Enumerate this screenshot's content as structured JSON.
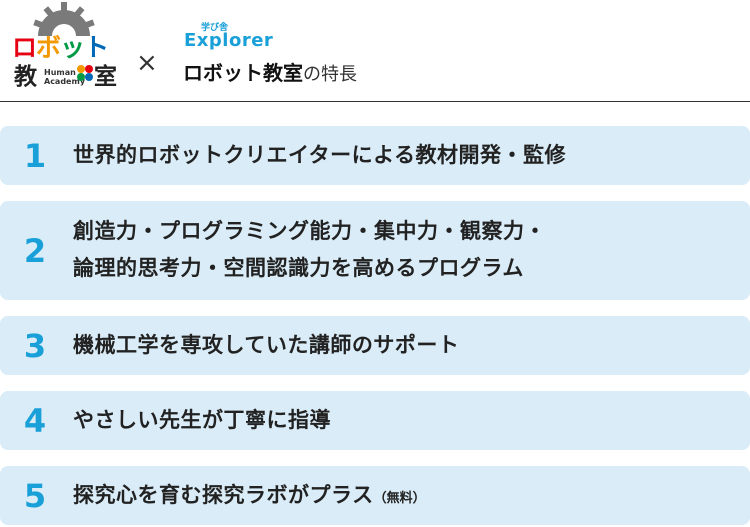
{
  "header": {
    "logo_left": {
      "robot_chars": [
        "ロ",
        "ボ",
        "ッ",
        "ト"
      ],
      "kyo": "教",
      "shitsu": "室",
      "human_academy": [
        "Human",
        "Academy"
      ]
    },
    "times_symbol": "×",
    "explorer_small": "学び舎",
    "explorer": "Explorer",
    "subtitle_main": "ロボット教室",
    "subtitle_rest": "の特長"
  },
  "features": [
    {
      "number": "1",
      "lines": [
        "世界的ロボットクリエイターによる教材開発・監修"
      ]
    },
    {
      "number": "2",
      "lines": [
        "創造力・プログラミング能力・集中力・観察力・",
        "論理的思考力・空間認識力を高めるプログラム"
      ]
    },
    {
      "number": "3",
      "lines": [
        "機械工学を専攻していた講師のサポート"
      ]
    },
    {
      "number": "4",
      "lines": [
        "やさしい先生が丁寧に指導"
      ]
    },
    {
      "number": "5",
      "lines": [
        "探究心を育む探究ラボがプラス"
      ],
      "note": "（無料）"
    }
  ],
  "colors": {
    "accent_blue": "#1aa0d8",
    "card_bg": "#d9ecf7",
    "logo_red": "#e60012",
    "logo_orange": "#f39800",
    "logo_green": "#009944",
    "logo_blue": "#0068b7"
  }
}
